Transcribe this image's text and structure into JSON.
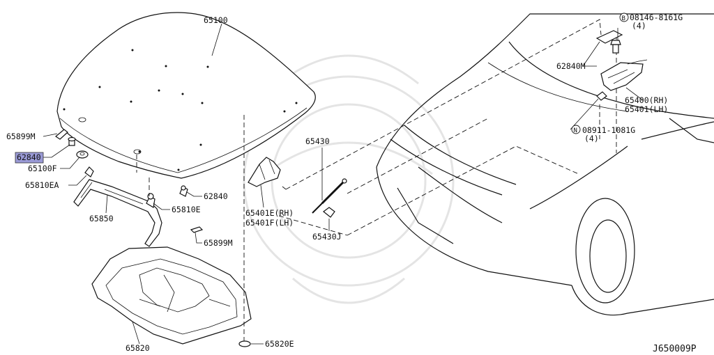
{
  "diagram_code": "J650009P",
  "selected_part": "62840",
  "callouts": {
    "c65100": "65100",
    "c65899M_left": "65899M",
    "c62840_left": "62840",
    "c65100F": "65100F",
    "c65810EA": "65810EA",
    "c65850": "65850",
    "c65810E": "65810E",
    "c62840_mid": "62840",
    "c65899M_mid": "65899M",
    "c65820": "65820",
    "c65820E": "65820E",
    "c65401E": "65401E(RH)",
    "c65401F": "65401F(LH)",
    "c65430": "65430",
    "c65430J": "65430J",
    "c62840M": "62840M",
    "c08146_prefix": "B",
    "c08146": "08146-8161G",
    "c08146_qty": "(4)",
    "c65400": "65400(RH)",
    "c65401": "65401(LH)",
    "c08911_prefix": "N",
    "c08911": "08911-1081G",
    "c08911_qty": "(4)"
  }
}
